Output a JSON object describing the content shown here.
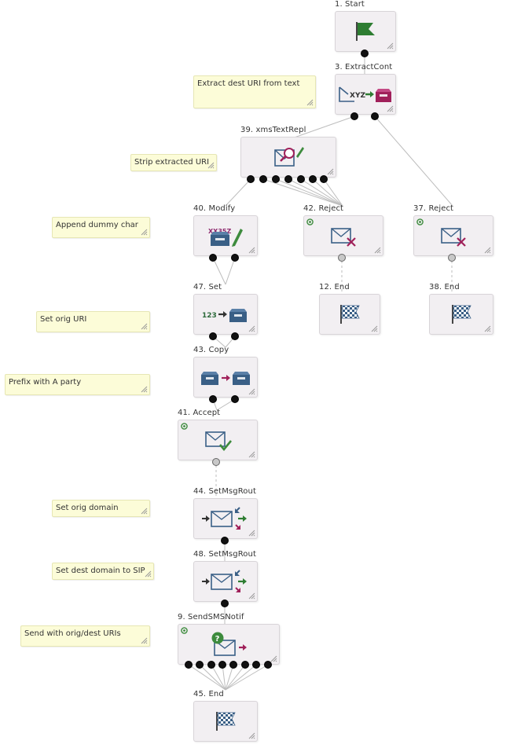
{
  "nodes": {
    "n1": {
      "label": "1. Start",
      "icon": "start-flag-icon"
    },
    "n3": {
      "label": "3. ExtractCont",
      "icon": "extract-content-icon"
    },
    "n39": {
      "label": "39. xmsTextRepl",
      "icon": "text-replace-icon"
    },
    "n40": {
      "label": "40. Modify",
      "icon": "modify-icon"
    },
    "n42": {
      "label": "42. Reject",
      "icon": "reject-icon"
    },
    "n37": {
      "label": "37. Reject",
      "icon": "reject-icon"
    },
    "n47": {
      "label": "47. Set",
      "icon": "set-value-icon"
    },
    "n12": {
      "label": "12. End",
      "icon": "end-flag-icon"
    },
    "n38": {
      "label": "38. End",
      "icon": "end-flag-icon"
    },
    "n43": {
      "label": "43. Copy",
      "icon": "copy-icon"
    },
    "n41": {
      "label": "41. Accept",
      "icon": "accept-icon"
    },
    "n44": {
      "label": "44. SetMsgRout",
      "icon": "message-routing-icon"
    },
    "n48": {
      "label": "48. SetMsgRout",
      "icon": "message-routing-icon"
    },
    "n9": {
      "label": "9. SendSMSNotif",
      "icon": "send-sms-notification-icon"
    },
    "n45": {
      "label": "45. End",
      "icon": "end-flag-icon"
    }
  },
  "notes": {
    "n3": "Extract dest URI from text",
    "n39": "Strip extracted URI",
    "n40": "Append dummy char",
    "n47": "Set orig URI",
    "n43": "Prefix with A party",
    "n44": "Set orig domain",
    "n48": "Set dest domain to SIP",
    "n9": "Send with orig/dest URIs"
  },
  "colors": {
    "start_green": "#2e7d32",
    "accent_purple": "#8e2a6e",
    "icon_blue": "#3a5f86",
    "reject_cross": "#a0205a",
    "accept_check": "#3d8b3d",
    "note_fill": "#fcfcd8",
    "box_fill": "#f2eff2"
  }
}
